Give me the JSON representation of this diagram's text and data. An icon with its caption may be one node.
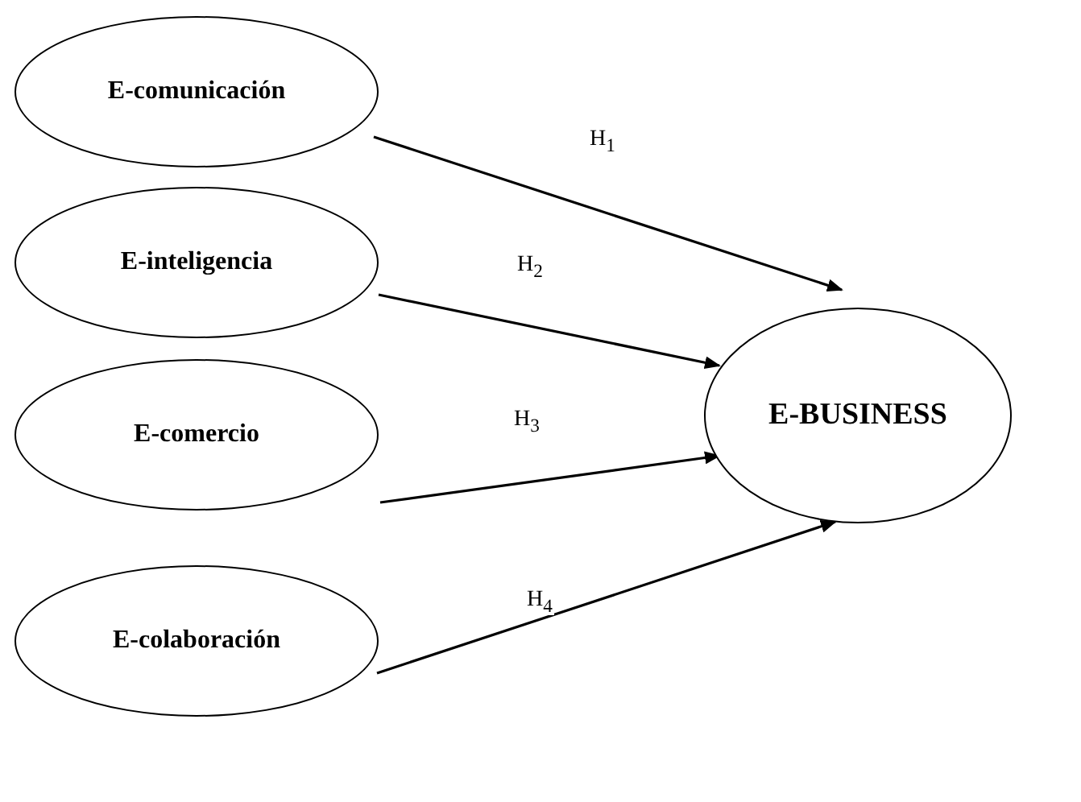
{
  "diagram": {
    "nodes": [
      {
        "text": [
          "E-comunicación"
        ]
      },
      {
        "text": [
          "E-inteligencia"
        ]
      },
      {
        "text": [
          "E-comercio"
        ]
      },
      {
        "text": [
          "E-colaboración"
        ]
      },
      {
        "text": [
          "E-BUSINESS"
        ]
      }
    ],
    "edges": [
      {
        "from": 0,
        "to": 4,
        "arrow": "to",
        "label": "H$_{1}$"
      },
      {
        "from": 1,
        "to": 4,
        "arrow": "to",
        "label": "H$_{2}$"
      },
      {
        "from": 2,
        "to": 4,
        "arrow": "to",
        "label": "H$_{3}$"
      },
      {
        "from": 3,
        "to": 4,
        "arrow": "to",
        "label": "H$_{4}$"
      }
    ]
  }
}
